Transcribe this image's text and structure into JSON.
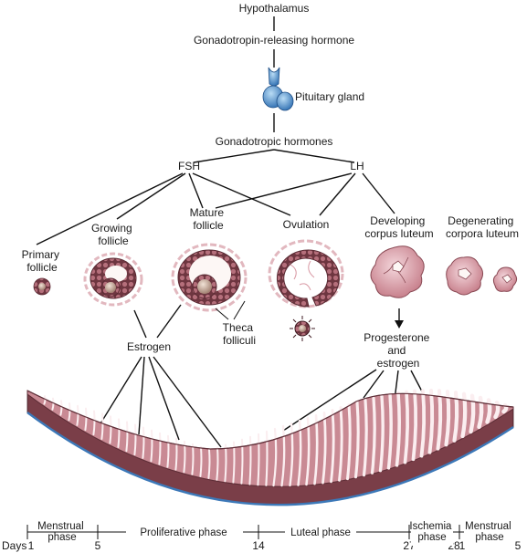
{
  "hormones": {
    "hypothalamus": "Hypothalamus",
    "gnrh": "Gonadotropin-releasing hormone",
    "pituitary": "Pituitary gland",
    "gonadotropic": "Gonadotropic hormones",
    "fsh": "FSH",
    "lh": "LH"
  },
  "ovary_stages": {
    "primary": [
      "Primary",
      "follicle"
    ],
    "growing": [
      "Growing",
      "follicle"
    ],
    "mature": [
      "Mature",
      "follicle"
    ],
    "ovulation": "Ovulation",
    "developing": [
      "Developing",
      "corpus luteum"
    ],
    "degenerating": [
      "Degenerating",
      "corpora luteum"
    ],
    "theca": [
      "Theca",
      "folliculi"
    ]
  },
  "secreted": {
    "estrogen": "Estrogen",
    "prog_estrogen": [
      "Progesterone",
      "and",
      "estrogen"
    ]
  },
  "timeline": {
    "days_label": "Days",
    "ticks": [
      "1",
      "5",
      "14",
      "27",
      "28",
      "1",
      "5"
    ],
    "phases": [
      [
        "Menstrual",
        "phase"
      ],
      [
        "Proliferative phase"
      ],
      [
        "Luteal phase"
      ],
      [
        "Ischemia",
        "phase"
      ],
      [
        "Menstrual",
        "phase"
      ]
    ]
  },
  "colors": {
    "tissue": "#c98a94",
    "tissue_dark": "#8a4a55",
    "basal": "#5f2f38",
    "blue_line": "#3c78b8",
    "pituitary": "#4a8ccc"
  }
}
